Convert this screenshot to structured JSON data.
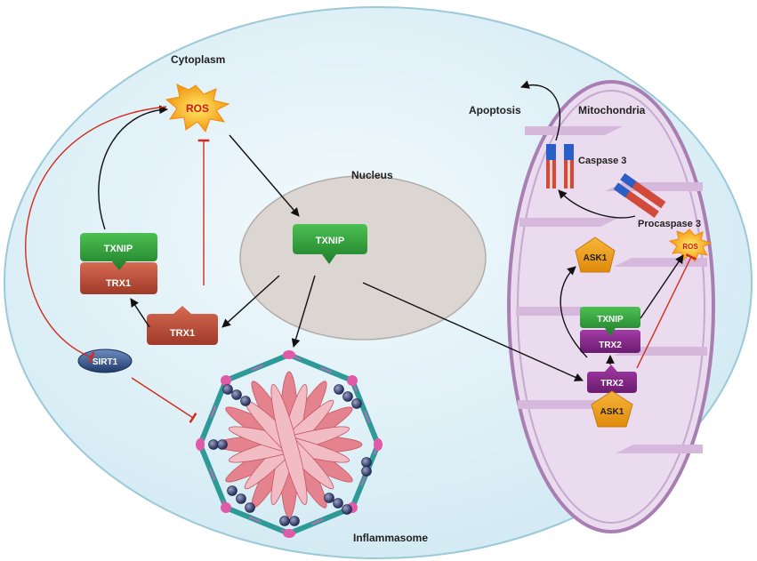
{
  "compartments": {
    "cytoplasm": "Cytoplasm",
    "nucleus": "Nucleus",
    "mitochondria": "Mitochondria",
    "inflammasome": "Inflammasome"
  },
  "nodes": {
    "ros_main": "ROS",
    "ros_mito": "ROS",
    "txnip_cyto": "TXNIP",
    "trx1_bound": "TRX1",
    "trx1_free": "TRX1",
    "txnip_nucleus": "TXNIP",
    "sirt1": "SIRT1",
    "apoptosis": "Apoptosis",
    "caspase3": "Caspase 3",
    "procaspase3": "Procaspase 3",
    "ask1_top": "ASK1",
    "txnip_mito": "TXNIP",
    "trx2_bound": "TRX2",
    "trx2_free": "TRX2",
    "ask1_bottom": "ASK1"
  },
  "colors": {
    "cell": "#dff0f6",
    "nucleus": "#dcd6d2",
    "mitochondria": "#eadcee",
    "txnip_green": "#2e9a3a",
    "trx1_red": "#c0503c",
    "trx2_purple": "#8a2a8e",
    "ask1_orange": "#f0a01c",
    "inhibit_red": "#d42a1a",
    "arrow_black": "#111111",
    "sirt1_blue": "#2a4f86"
  }
}
